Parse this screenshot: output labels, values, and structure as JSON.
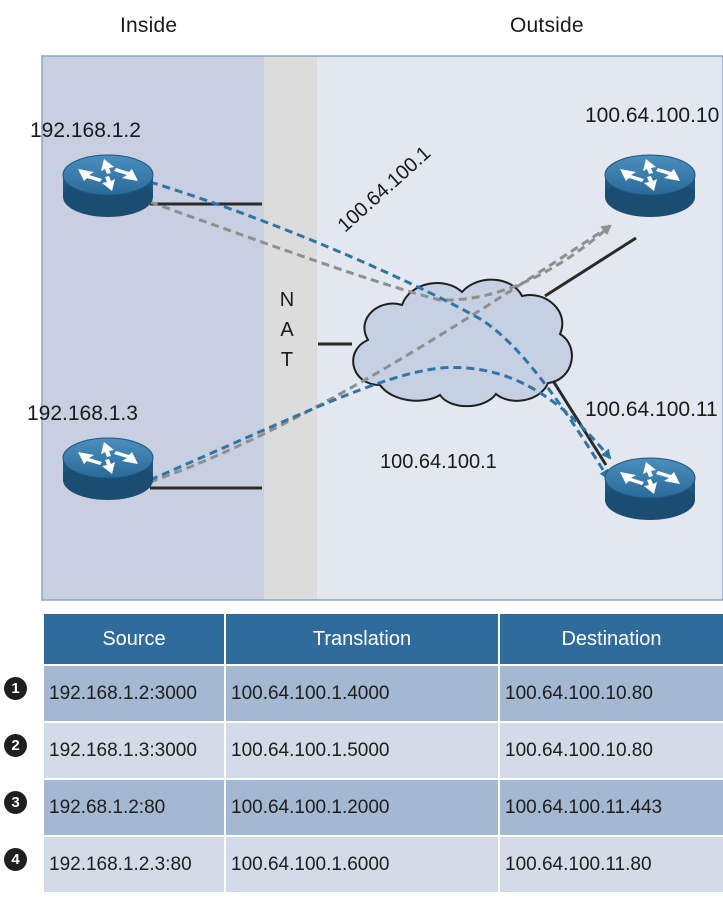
{
  "zones": {
    "inside": "Inside",
    "outside": "Outside"
  },
  "nat_label": [
    "N",
    "A",
    "T"
  ],
  "routers": {
    "inside_top": "192.168.1.2",
    "inside_bottom": "192.168.1.3",
    "outside_top": "100.64.100.10",
    "outside_bottom": "100.64.100.11"
  },
  "nat_address_diagonal": "100.64.100.1",
  "nat_address_cloud": "100.64.100.1",
  "table": {
    "headers": [
      "Source",
      "Translation",
      "Destination"
    ],
    "rows": [
      {
        "num": "1",
        "source": "192.168.1.2:3000",
        "translation": "100.64.100.1.4000",
        "destination": "100.64.100.10.80"
      },
      {
        "num": "2",
        "source": "192.168.1.3:3000",
        "translation": "100.64.100.1.5000",
        "destination": "100.64.100.10.80"
      },
      {
        "num": "3",
        "source": "192.68.1.2:80",
        "translation": "100.64.100.1.2000",
        "destination": "100.64.100.11.443"
      },
      {
        "num": "4",
        "source": "192.168.1.2.3:80",
        "translation": "100.64.100.1.6000",
        "destination": "100.64.100.11.80"
      }
    ]
  },
  "colors": {
    "inside_bg": "#c8cfe0",
    "outside_bg": "#e3e7ef",
    "nat_band": "#dcdcdc",
    "router_blue": "#2c6f9c",
    "flow_blue": "#2f75a6",
    "flow_gray": "#8f8f8f",
    "table_header": "#2f6c9c"
  }
}
